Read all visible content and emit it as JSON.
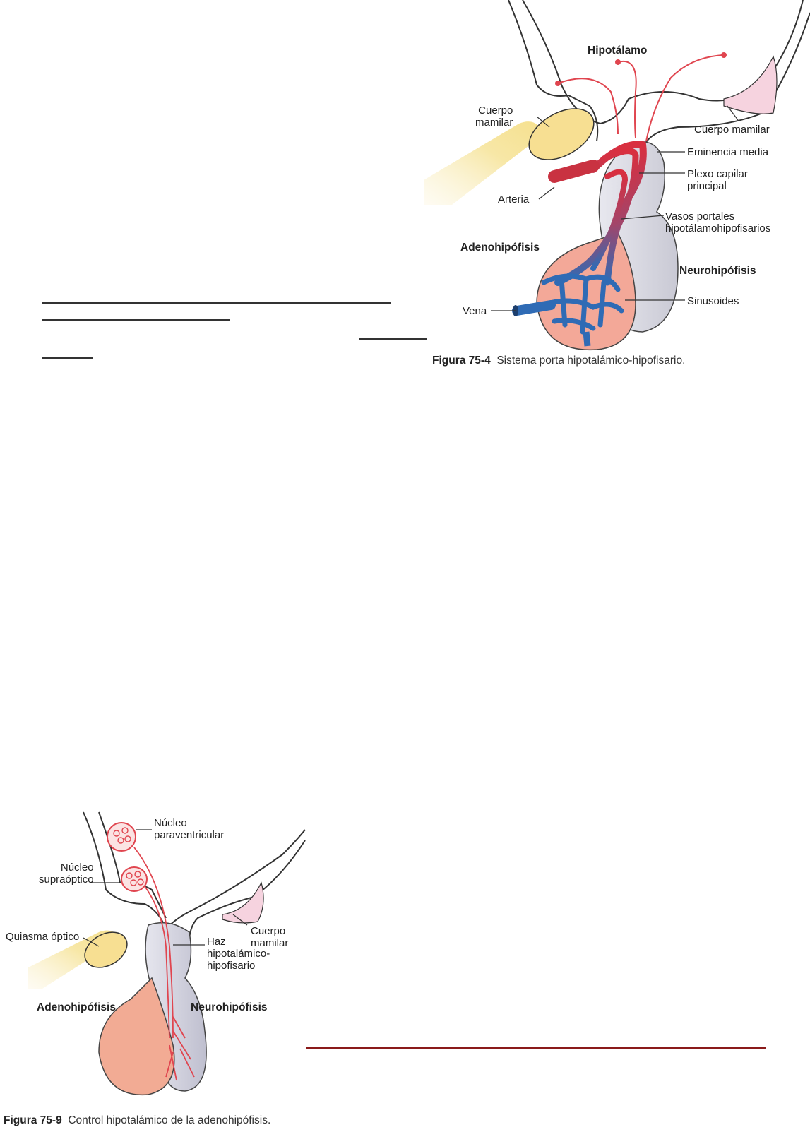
{
  "figure1": {
    "labels": {
      "hipotalamo": "Hipotálamo",
      "cuerpo_mamilar_left": "Cuerpo\nmamilar",
      "cuerpo_mamilar_right": "Cuerpo mamilar",
      "eminencia_media": "Eminencia media",
      "plexo_capilar": "Plexo capilar\nprincipal",
      "arteria": "Arteria",
      "vasos_portales": "Vasos portales\nhipotálamohipofisarios",
      "adenohipofisis": "Adenohipófisis",
      "neurohipofisis": "Neurohipófisis",
      "vena": "Vena",
      "sinusoides": "Sinusoides"
    },
    "caption_num": "Figura 75-4",
    "caption_text": "Sistema porta hipotalámico-hipofisario."
  },
  "figure2": {
    "labels": {
      "nucleo_paraventricular": "Núcleo\nparaventricular",
      "nucleo_supraoptico": "Núcleo\nsupraóptico",
      "quiasma_optico": "Quiasma óptico",
      "cuerpo_mamilar": "Cuerpo\nmamilar",
      "haz": "Haz\nhipotalámico-\nhipofisario",
      "adenohipofisis": "Adenohipófisis",
      "neurohipofisis": "Neurohipófisis"
    },
    "caption_num": "Figura 75-9",
    "caption_text": "Control hipotalámico de la adenohipófisis."
  }
}
